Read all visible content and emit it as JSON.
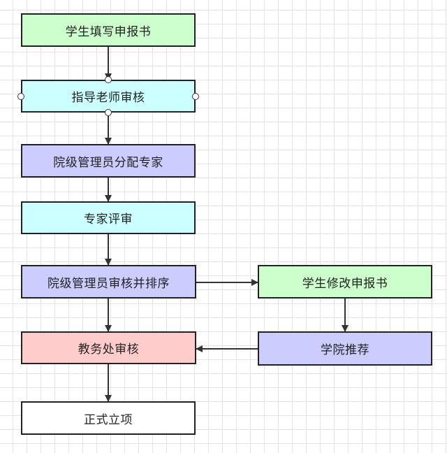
{
  "diagram": {
    "nodes": [
      {
        "id": "n1",
        "label": "学生填写申报书",
        "color": "#ccffcc"
      },
      {
        "id": "n2",
        "label": "指导老师审核",
        "color": "#ccffff"
      },
      {
        "id": "n3",
        "label": "院级管理员分配专家",
        "color": "#ccccff"
      },
      {
        "id": "n4",
        "label": "专家评审",
        "color": "#ccffff"
      },
      {
        "id": "n5",
        "label": "院级管理员审核并排序",
        "color": "#ccccff"
      },
      {
        "id": "n6",
        "label": "学生修改申报书",
        "color": "#ccffcc"
      },
      {
        "id": "n7",
        "label": "学院推荐",
        "color": "#ccccff"
      },
      {
        "id": "n8",
        "label": "教务处审核",
        "color": "#ffcccc"
      },
      {
        "id": "n9",
        "label": "正式立项",
        "color": "#ffffff"
      }
    ],
    "edges": [
      {
        "from": "n1",
        "to": "n2"
      },
      {
        "from": "n2",
        "to": "n3"
      },
      {
        "from": "n3",
        "to": "n4"
      },
      {
        "from": "n4",
        "to": "n5"
      },
      {
        "from": "n5",
        "to": "n6"
      },
      {
        "from": "n6",
        "to": "n7"
      },
      {
        "from": "n7",
        "to": "n8"
      },
      {
        "from": "n5",
        "to": "n8"
      },
      {
        "from": "n8",
        "to": "n9"
      }
    ]
  }
}
